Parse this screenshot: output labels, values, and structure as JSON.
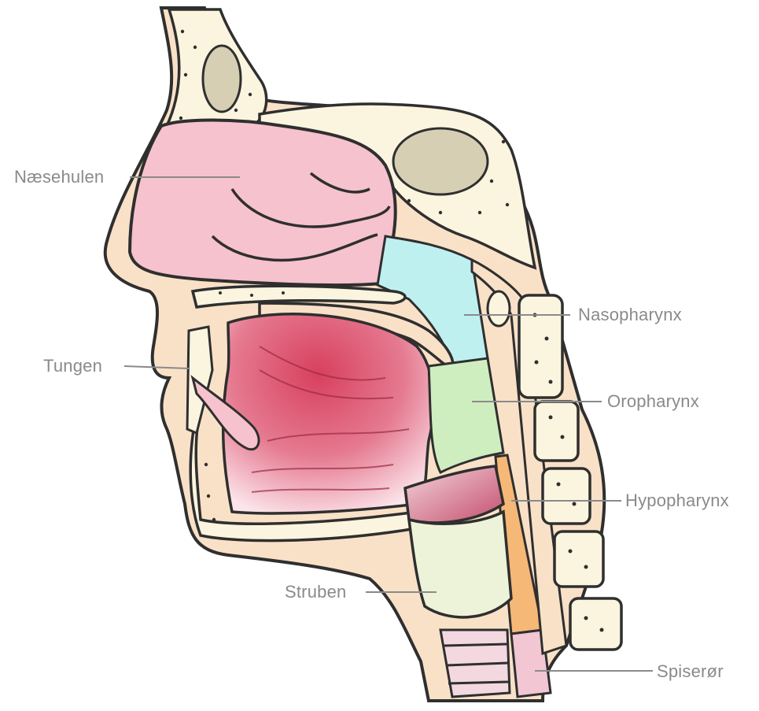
{
  "labels": {
    "naesehulen": "Næsehulen",
    "tungen": "Tungen",
    "nasopharynx": "Nasopharynx",
    "oropharynx": "Oropharynx",
    "hypopharynx": "Hypopharynx",
    "struben": "Struben",
    "spiseroer": "Spiserør"
  },
  "colors": {
    "skin": "#f9e1c8",
    "outline": "#2f2f2f",
    "nasal_cavity": "#f6c2cd",
    "mouth": "#e2637d",
    "nasopharynx": "#bff0f0",
    "oropharynx": "#cfeec0",
    "hypopharynx": "#f6b877",
    "esophagus": "#f3c6d3",
    "bone": "#fbf5df",
    "sinus": "#d6cfb3",
    "label_text": "#8a8a8a"
  }
}
